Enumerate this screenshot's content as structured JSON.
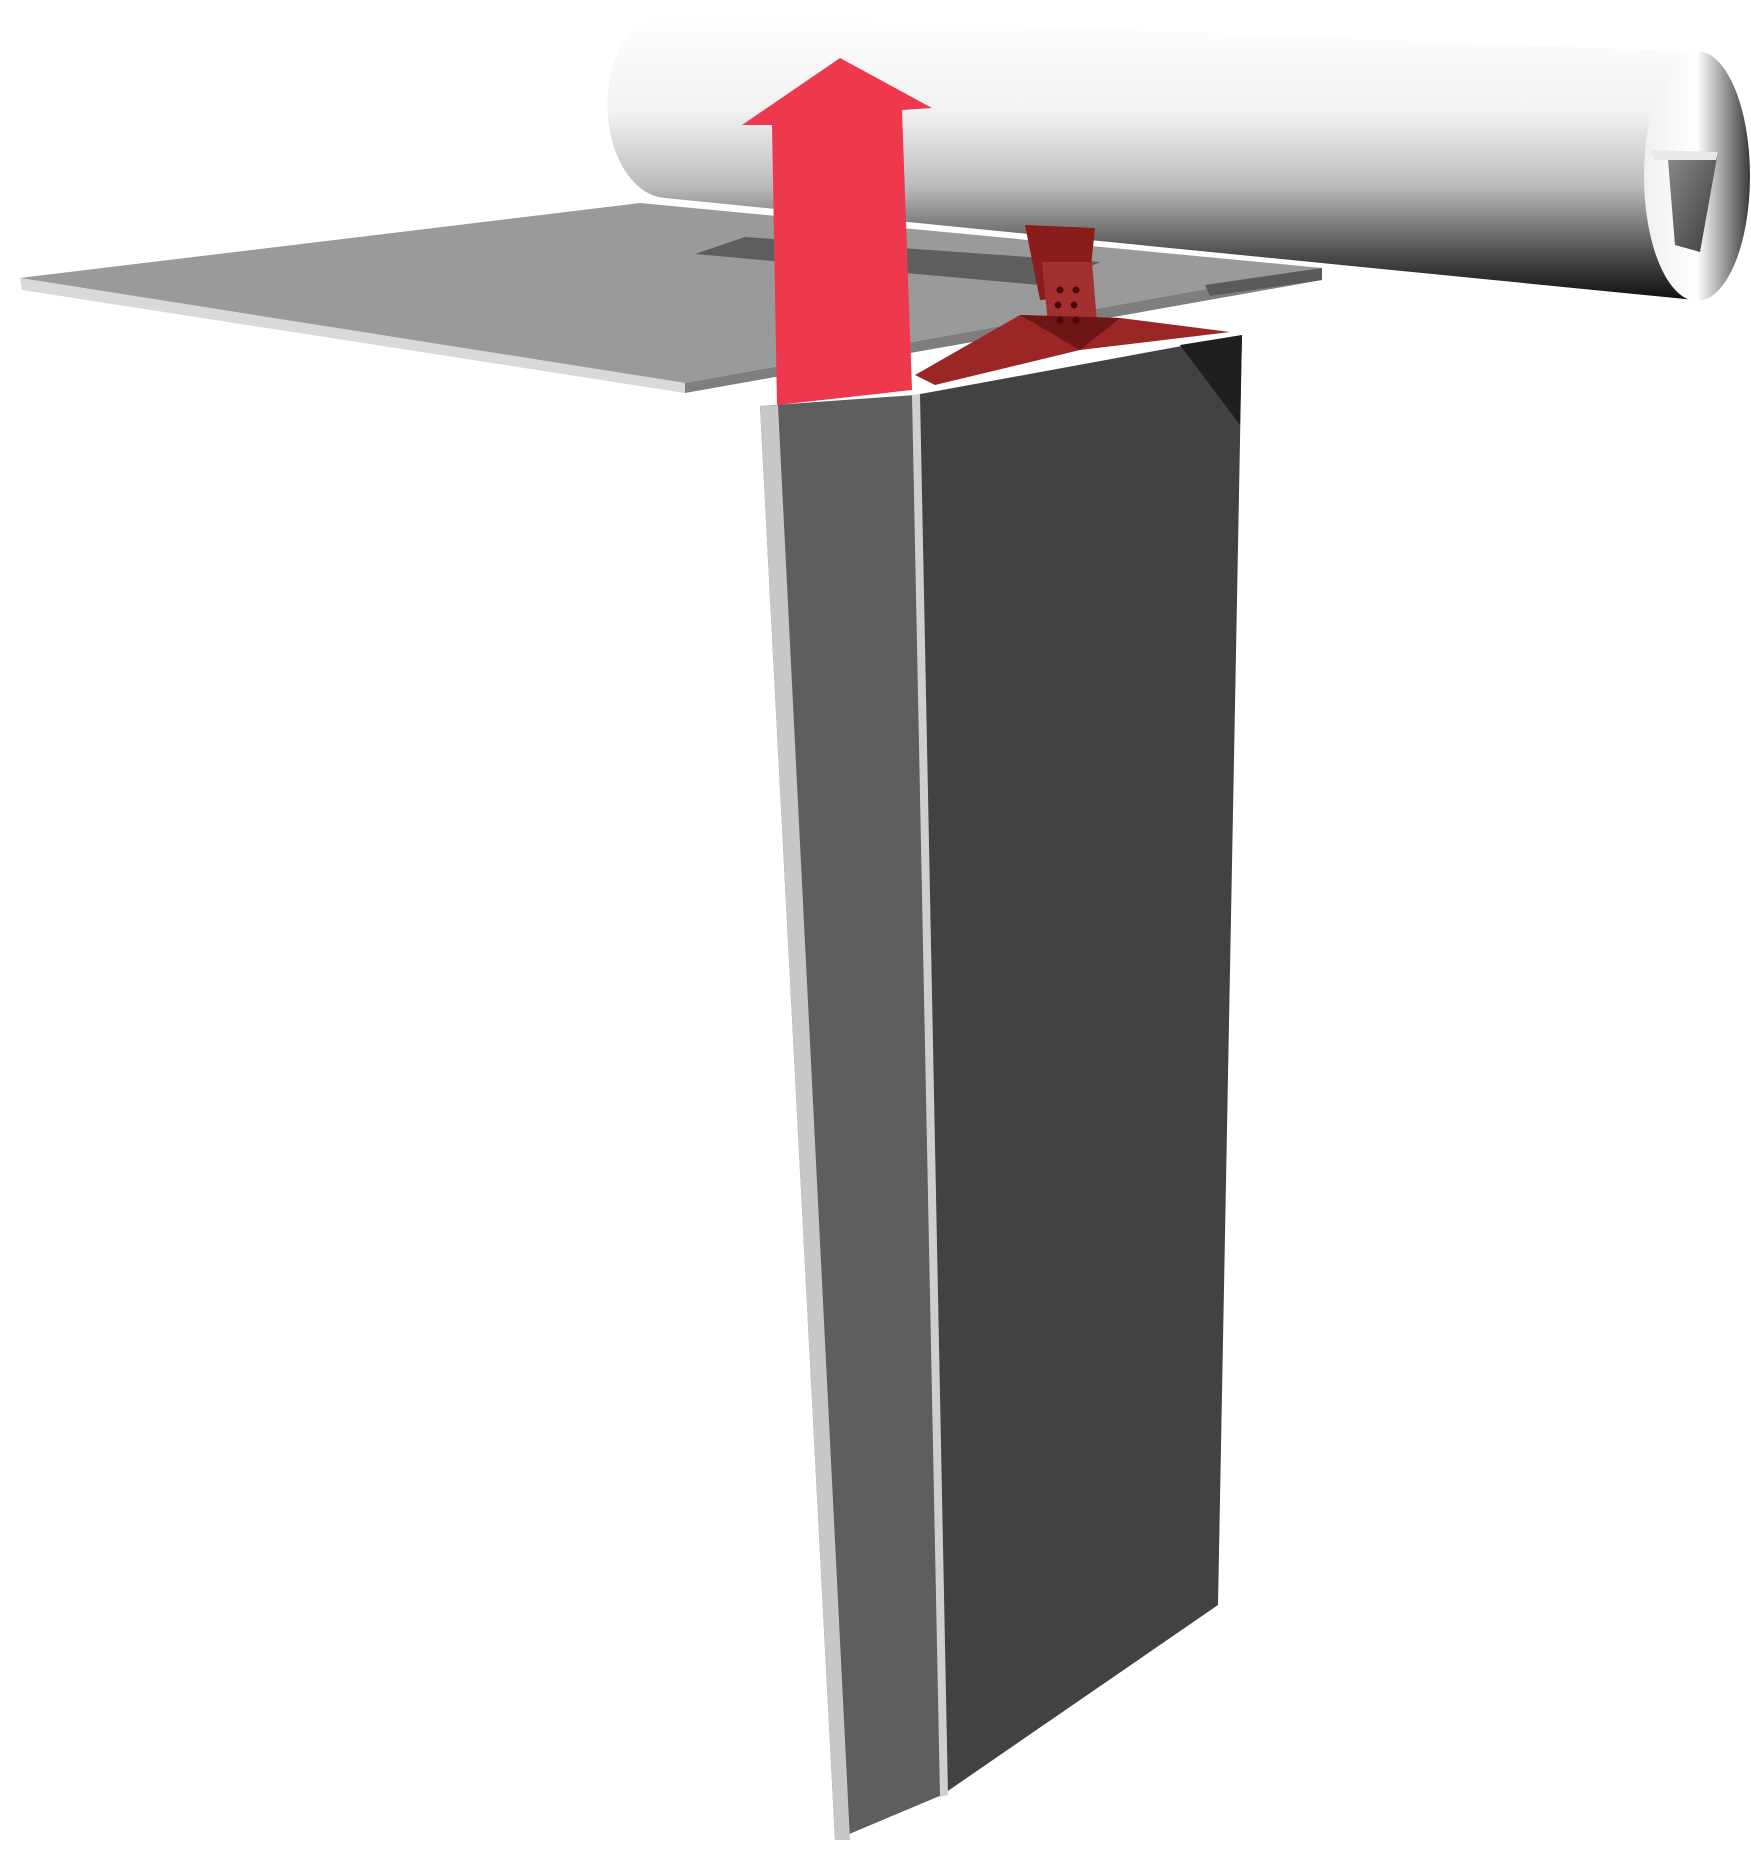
{
  "diagram": {
    "components": [
      {
        "id": "horizontal-plate",
        "kind": "flat plate",
        "color": "#9a9a9a"
      },
      {
        "id": "pipe",
        "kind": "horizontal cylinder",
        "color": "#e6e6e6"
      },
      {
        "id": "vertical-panel",
        "kind": "vertical panel with front and side faces",
        "color": "#424242"
      },
      {
        "id": "bracket",
        "kind": "bolted connection bracket",
        "color": "#9b2626"
      },
      {
        "id": "upward-arrow",
        "kind": "direction arrow pointing up",
        "color": "#ee384d"
      }
    ],
    "colors": {
      "background": "#ffffff",
      "plate_top": "#9a9a9a",
      "plate_edge": "#d9d9d9",
      "plate_recess": "#5e5e5e",
      "pipe_light": "#ffffff",
      "pipe_dark": "#1a1a1a",
      "panel_front": "#424242",
      "panel_side": "#5e5e5e",
      "panel_edge": "#c7c7c7",
      "bracket": "#9b2626",
      "bracket_dark": "#6e1515",
      "arrow": "#ee384d"
    }
  }
}
